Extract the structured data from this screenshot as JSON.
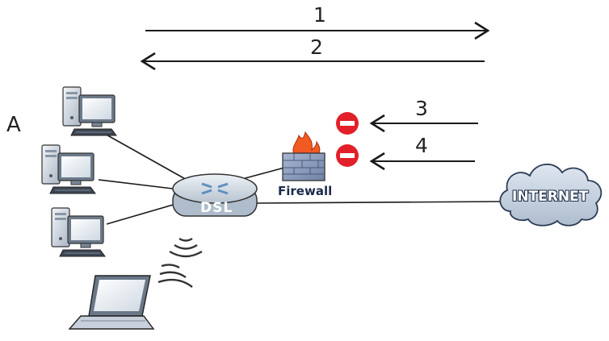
{
  "labels": {
    "side": "A",
    "arrow1": "1",
    "arrow2": "2",
    "arrow3": "3",
    "arrow4": "4",
    "firewall": "Firewall",
    "router": "DSL",
    "internet": "INTERNET"
  },
  "colors": {
    "line": "#1a1a1a",
    "blocked": "#e2202a",
    "cloud": "#c6d3e2",
    "router": "#dfe6ee",
    "firewall": "#8e9fbf",
    "flame": "#f15a22"
  },
  "icons": {
    "pc": "desktop-computer-icon",
    "laptop": "laptop-icon",
    "router": "router-icon",
    "firewall": "firewall-icon",
    "cloud": "cloud-icon",
    "wifi": "wifi-signal-icon",
    "blocked": "no-entry-icon"
  }
}
